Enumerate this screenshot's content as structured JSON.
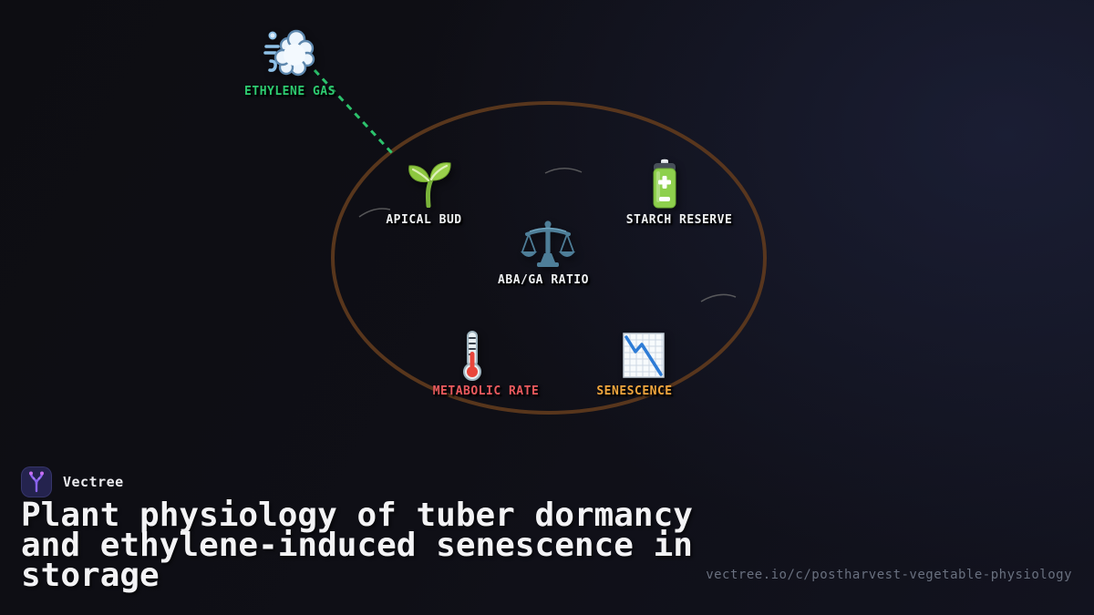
{
  "brand": {
    "name": "Vectree",
    "logo_icon": "vectree-branch-icon",
    "logo_bg": "#24234e",
    "logo_glyph_color": "#9a6cf3",
    "logo_dot_color": "#c76ef2"
  },
  "title": "Plant physiology of tuber dormancy and ethylene-induced senescence in storage",
  "url": "vectree.io/c/postharvest-vegetable-physiology",
  "colors": {
    "background_base": "#0e0e14",
    "background_glow": "#1a1d33",
    "title_text": "#f3f3f5",
    "url_text": "#69707f",
    "label_default": "#eef0f2"
  },
  "diagram": {
    "ellipse": {
      "stroke": "#5e3a1d",
      "meaning": "storage-dormancy boundary"
    },
    "connector": {
      "color": "#2ecc71",
      "style": "dashed",
      "from": "ethylene-gas",
      "to": "ellipse"
    },
    "sketch_arc_color": "#6f6f6f",
    "nodes": [
      {
        "id": "ethylene-gas",
        "label": "ETHYLENE GAS",
        "label_color": "#2ecc71",
        "icon": "wind-cloud-icon"
      },
      {
        "id": "apical-bud",
        "label": "APICAL BUD",
        "label_color": "#eef0f2",
        "icon": "seedling-icon"
      },
      {
        "id": "starch-reserve",
        "label": "STARCH RESERVE",
        "label_color": "#eef0f2",
        "icon": "battery-icon"
      },
      {
        "id": "aba-ga-ratio",
        "label": "ABA/GA RATIO",
        "label_color": "#eef0f2",
        "icon": "balance-scale-icon"
      },
      {
        "id": "metabolic-rate",
        "label": "METABOLIC RATE",
        "label_color": "#ea5a5e",
        "icon": "thermometer-icon"
      },
      {
        "id": "senescence",
        "label": "SENESCENCE",
        "label_color": "#f0a63e",
        "icon": "chart-decreasing-icon"
      }
    ]
  }
}
